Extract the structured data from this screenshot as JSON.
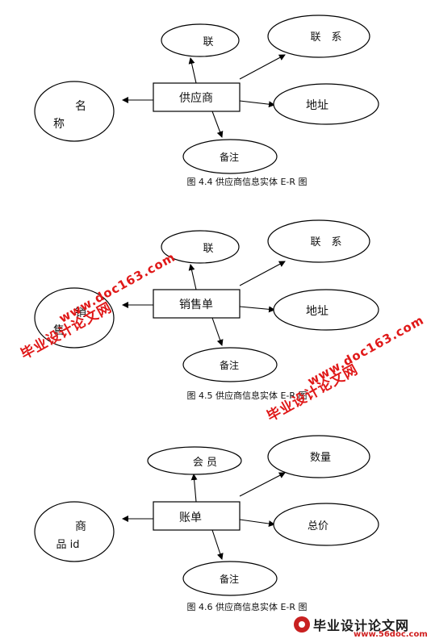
{
  "diagrams": [
    {
      "center": "供应商",
      "nodes": {
        "top": "联",
        "top_right": "联　系",
        "right": "地址",
        "bottom": "备注",
        "left_line1": "名",
        "left_line2": "称"
      },
      "caption": "图 4.4 供应商信息实体 E-R 图"
    },
    {
      "center": "销售单",
      "nodes": {
        "top": "联",
        "top_right": "联　系",
        "right": "地址",
        "bottom": "备注",
        "left_line1": "销",
        "left_line2": "售"
      },
      "caption": "图 4.5 供应商信息实体 E-R 图"
    },
    {
      "center": "账单",
      "nodes": {
        "top": "会 员",
        "top_right": "数量",
        "right": "总价",
        "bottom": "备注",
        "left_line1": "商",
        "left_line2": "品 id"
      },
      "caption": "图 4.6 供应商信息实体 E-R 图"
    }
  ],
  "watermarks": {
    "site_name": "毕业设计论文网",
    "url": "www.doc163.com"
  },
  "logo": {
    "title": "毕业设计论文网",
    "url": "www.56doc.com"
  }
}
